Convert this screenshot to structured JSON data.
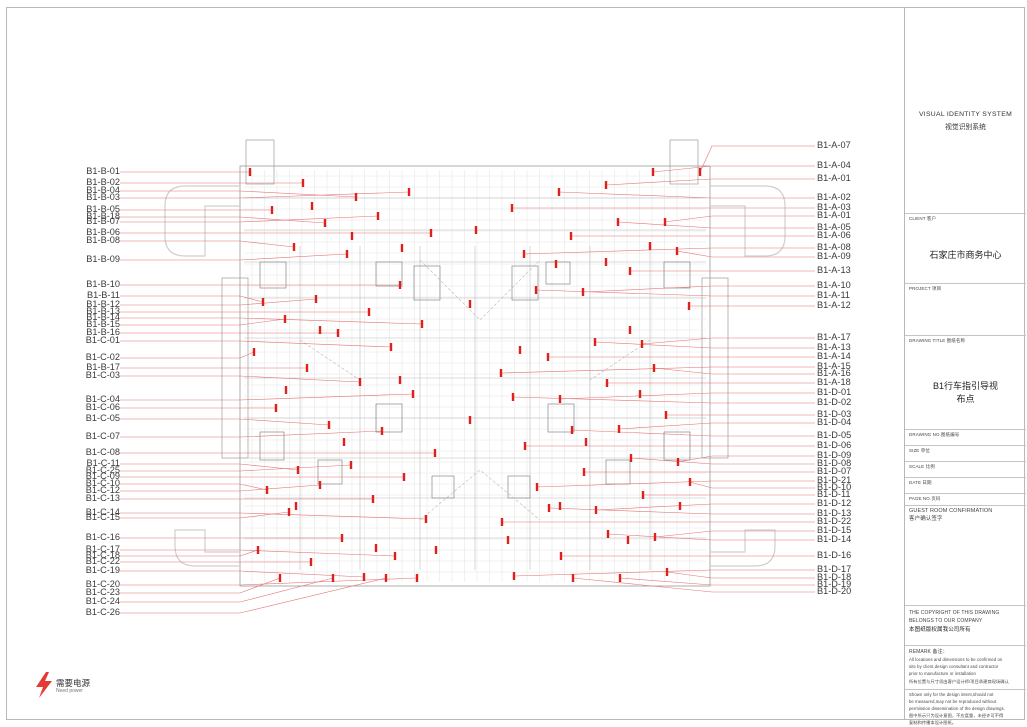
{
  "title_block": {
    "system_en": "VISUAL IDENTITY SYSTEM",
    "system_cn": "视觉识别系统",
    "client_label": "CLIENT 客户",
    "client_value": "石家庄市商务中心",
    "project_label": "PROJECT 项目",
    "drawing_title_label": "DRAWING TITLE 图纸名称",
    "drawing_title_line1": "B1行车指引导视",
    "drawing_title_line2": "布点",
    "drawing_no_label": "DRAWING NO.图纸编号",
    "size_label": "SIZE 单位",
    "scale_label": "SCALE 比例",
    "date_label": "DATE 日期",
    "page_no_label": "PAGE NO.页码",
    "confirm_label_en": "GUEST ROOM CONFIRMATION",
    "confirm_label_cn": "客户确认签字",
    "copyright_en_1": "THE COPYRIGHT OF THIS DRAWING",
    "copyright_en_2": "BELONGS TO OUR COMPANY",
    "copyright_cn": "本图纸版权属我公司所有",
    "remark_label": "REMARK 备注：",
    "remark_en_1": "All locations and dimensions to be confirmed on",
    "remark_en_2": "site by client,design consultant and contractor",
    "remark_en_3": "prior to manufacture or installation",
    "remark_cn_1": "所有位置与尺寸须由客户设计师/项目承建商现场确认",
    "note_en_1": "Shown only for the design intent,should not",
    "note_en_2": "be measured,may not be reproduced without",
    "note_en_3": "permission dissemination of the design drawings.",
    "note_cn_1": "图中所示只为设计意图，不应度量，未经许可不得",
    "note_cn_2": "复制和传播本设计图纸。"
  },
  "legend": {
    "icon": "lightning-icon",
    "title": "需要电源",
    "subtitle": "Need power",
    "color": "#e53935"
  },
  "marker_color": "#e0201c",
  "left_labels": [
    "B1-B-01",
    "B1-B-02",
    "B1-B-04",
    "B1-B-03",
    "B1-B-05",
    "B1-B-18",
    "B1-B-07",
    "B1-B-06",
    "B1-B-08",
    "B1-B-09",
    "B1-B-10",
    "B1-B-11",
    "B1-B-12",
    "B1-B-13",
    "B1-B-14",
    "B1-B-15",
    "B1-B-16",
    "B1-C-01",
    "B1-C-02",
    "B1-B-17",
    "B1-C-03",
    "B1-C-04",
    "B1-C-06",
    "B1-C-05",
    "B1-C-07",
    "B1-C-08",
    "B1-C-11",
    "B1-C-25",
    "B1-C-09",
    "B1-C-10",
    "B1-C-12",
    "B1-C-13",
    "B1-C-14",
    "B1-C-15",
    "B1-C-16",
    "B1-C-17",
    "B1-C-18",
    "B1-C-22",
    "B1-C-19",
    "B1-C-20",
    "B1-C-23",
    "B1-C-24",
    "B1-C-26"
  ],
  "right_labels": [
    "B1-A-07",
    "B1-A-04",
    "B1-A-01",
    "B1-A-02",
    "B1-A-03",
    "B1-A-01",
    "B1-A-05",
    "B1-A-06",
    "B1-A-08",
    "B1-A-09",
    "B1-A-13",
    "B1-A-10",
    "B1-A-11",
    "B1-A-12",
    "B1-A-17",
    "B1-A-13",
    "B1-A-14",
    "B1-A-15",
    "B1-A-16",
    "B1-A-18",
    "B1-D-01",
    "B1-D-02",
    "B1-D-03",
    "B1-D-04",
    "B1-D-05",
    "B1-D-06",
    "B1-D-09",
    "B1-D-08",
    "B1-D-07",
    "B1-D-21",
    "B1-D-10",
    "B1-D-11",
    "B1-D-12",
    "B1-D-13",
    "B1-D-22",
    "B1-D-15",
    "B1-D-14",
    "B1-D-16",
    "B1-D-17",
    "B1-D-18",
    "B1-D-19",
    "B1-D-20"
  ]
}
